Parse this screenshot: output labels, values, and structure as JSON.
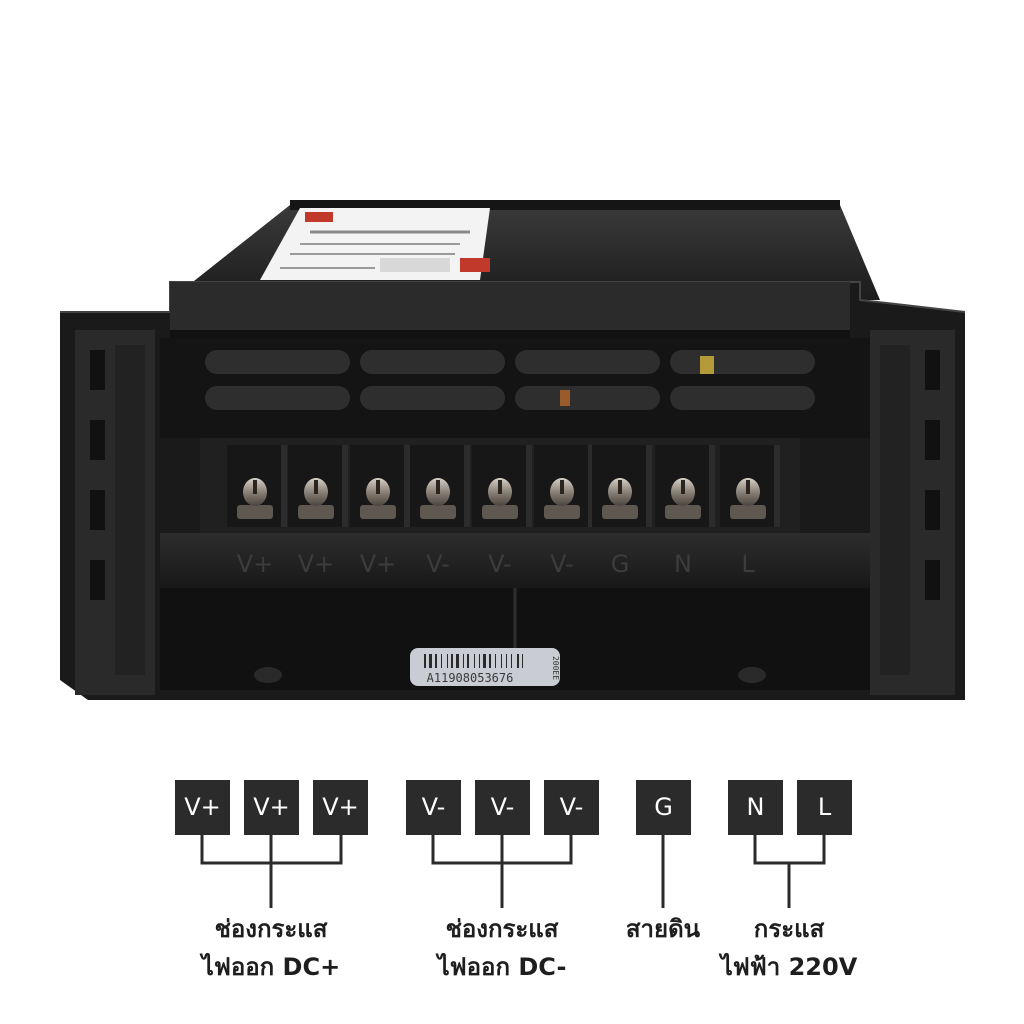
{
  "photo": {
    "terminal_labels": [
      "V+",
      "V+",
      "V+",
      "V-",
      "V-",
      "V-",
      "G",
      "N",
      "L"
    ],
    "serial_number": "A11908053676",
    "serial_side": "200EE"
  },
  "legend": {
    "boxes": [
      "V+",
      "V+",
      "V+",
      "V-",
      "V-",
      "V-",
      "G",
      "N",
      "L"
    ],
    "groups": [
      {
        "line1": "ช่องกระแส",
        "line2": "ไฟออก DC+"
      },
      {
        "line1": "ช่องกระแส",
        "line2": "ไฟออก DC-"
      },
      {
        "line1": "สายดิน",
        "line2": ""
      },
      {
        "line1": "กระแส",
        "line2": "ไฟฟ้า 220V"
      }
    ]
  },
  "colors": {
    "box_fill": "#2b2b2b",
    "box_text": "#ffffff",
    "caption_text": "#1e1e1e",
    "housing": "#1a1a1a"
  }
}
